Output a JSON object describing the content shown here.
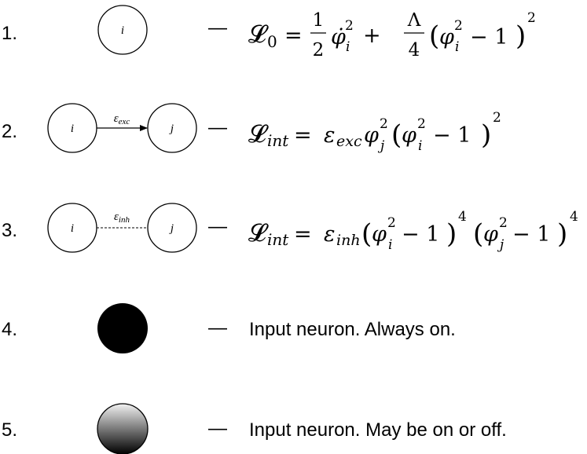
{
  "rows": [
    {
      "number": "1.",
      "dash": "—"
    },
    {
      "number": "2.",
      "dash": "—",
      "edge_label": "ε",
      "edge_label_sub": "exc"
    },
    {
      "number": "3.",
      "dash": "—",
      "edge_label": "ε",
      "edge_label_sub": "inh"
    },
    {
      "number": "4.",
      "dash": "—",
      "description": "Input neuron. Always on."
    },
    {
      "number": "5.",
      "dash": "—",
      "description": "Input neuron. May be on or off."
    }
  ],
  "nodes": {
    "i": "i",
    "j": "j"
  },
  "colors": {
    "stroke": "#000000",
    "input_on": "#000000",
    "gradient_top": "#f2f2f2",
    "gradient_bottom": "#000000"
  },
  "equations": {
    "eq1": {
      "L": "𝓛",
      "sub": "0",
      "eq": "=",
      "half_num": "1",
      "half_den": "2",
      "dot_phi": "φ̇",
      "idx_i": "i",
      "sq": "2",
      "plus": "+",
      "lam": "Λ",
      "lam_den": "4",
      "lparen": "(",
      "phi": "φ",
      "minus_one": "− 1",
      "rparen": ")",
      "outer_pow": "2"
    },
    "eq2": {
      "L": "𝓛",
      "sub": "int",
      "eq": "=",
      "eps": "ε",
      "eps_sub": "exc",
      "phi": "φ",
      "idx_j": "j",
      "idx_i": "i",
      "sq": "2",
      "lparen": "(",
      "minus_one": "− 1",
      "rparen": ")",
      "outer_pow": "2"
    },
    "eq3": {
      "L": "𝓛",
      "sub": "int",
      "eq": "=",
      "eps": "ε",
      "eps_sub": "inh",
      "phi": "φ",
      "idx_i": "i",
      "idx_j": "j",
      "sq": "2",
      "lparen": "(",
      "minus_one": "− 1",
      "rparen": ")",
      "pow4": "4"
    }
  }
}
